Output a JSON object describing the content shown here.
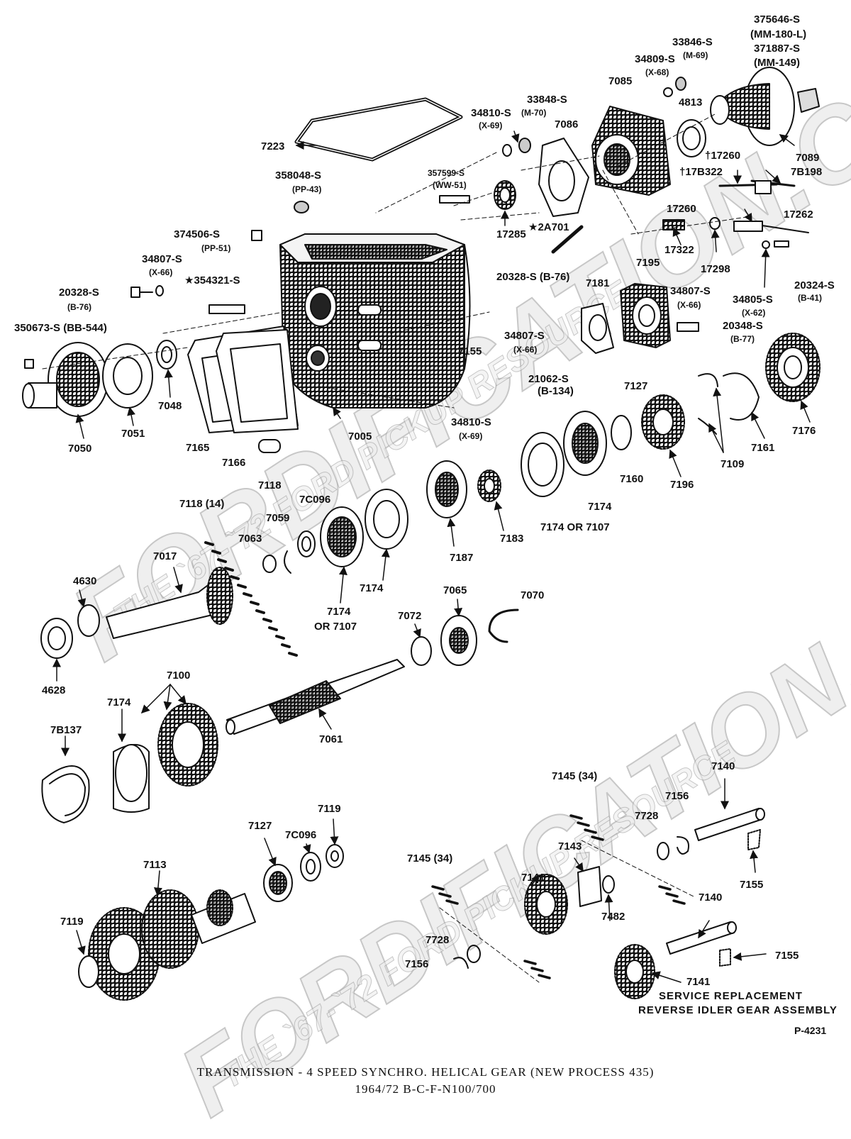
{
  "watermark": {
    "top_brand": "FORDIFICATION.COM",
    "top_tagline": "THE `67-`72 FORD PICKUP RESOURCE",
    "bottom_brand": "FORDIFICATION.COM",
    "bottom_tagline": "THE `67-`72 FORD PICKUP RESOURCE"
  },
  "labels": [
    {
      "id": "375646s",
      "text": "375646-S"
    },
    {
      "id": "mm180l",
      "text": "(MM-180-L)"
    },
    {
      "id": "371887s",
      "text": "371887-S"
    },
    {
      "id": "mm149",
      "text": "(MM-149)"
    },
    {
      "id": "33846s",
      "text": "33846-S"
    },
    {
      "id": "m69",
      "text": "(M-69)"
    },
    {
      "id": "34809s",
      "text": "34809-S"
    },
    {
      "id": "x68",
      "text": "(X-68)"
    },
    {
      "id": "7085",
      "text": "7085"
    },
    {
      "id": "4813",
      "text": "4813"
    },
    {
      "id": "33848s",
      "text": "33848-S"
    },
    {
      "id": "34810s_top",
      "text": "34810-S"
    },
    {
      "id": "m70",
      "text": "(M-70)"
    },
    {
      "id": "x69_top",
      "text": "(X-69)"
    },
    {
      "id": "7086",
      "text": "7086"
    },
    {
      "id": "17260_dag",
      "text": "†17260"
    },
    {
      "id": "7089",
      "text": "7089"
    },
    {
      "id": "7b198",
      "text": "7B198"
    },
    {
      "id": "17b322",
      "text": "†17B322"
    },
    {
      "id": "7223",
      "text": "7223"
    },
    {
      "id": "358048s",
      "text": "358048-S"
    },
    {
      "id": "pp43",
      "text": "(PP-43)"
    },
    {
      "id": "357599s",
      "text": "357599-S"
    },
    {
      "id": "ww51",
      "text": "(WW-51)"
    },
    {
      "id": "17260",
      "text": "17260"
    },
    {
      "id": "17262",
      "text": "17262"
    },
    {
      "id": "374506s",
      "text": "374506-S"
    },
    {
      "id": "pp51",
      "text": "(PP-51)"
    },
    {
      "id": "2a701",
      "text": "★2A701"
    },
    {
      "id": "17285",
      "text": "17285"
    },
    {
      "id": "17322",
      "text": "17322"
    },
    {
      "id": "34807s_a",
      "text": "34807-S"
    },
    {
      "id": "x66_a",
      "text": "(X-66)"
    },
    {
      "id": "354321s",
      "text": "★354321-S"
    },
    {
      "id": "17298",
      "text": "17298"
    },
    {
      "id": "7195",
      "text": "7195"
    },
    {
      "id": "20328s_l",
      "text": "20328-S"
    },
    {
      "id": "b76_l",
      "text": "(B-76)"
    },
    {
      "id": "20328s_b76",
      "text": "20328-S (B-76)"
    },
    {
      "id": "7181",
      "text": "7181"
    },
    {
      "id": "34807s_r",
      "text": "34807-S"
    },
    {
      "id": "x66_r",
      "text": "(X-66)"
    },
    {
      "id": "34805s",
      "text": "34805-S"
    },
    {
      "id": "x62",
      "text": "(X-62)"
    },
    {
      "id": "20324s",
      "text": "20324-S"
    },
    {
      "id": "b41",
      "text": "(B-41)"
    },
    {
      "id": "350673s",
      "text": "350673-S (BB-544)"
    },
    {
      "id": "7155_top",
      "text": "7155"
    },
    {
      "id": "34807s_m",
      "text": "34807-S"
    },
    {
      "id": "x66_m",
      "text": "(X-66)"
    },
    {
      "id": "20348s",
      "text": "20348-S"
    },
    {
      "id": "b77",
      "text": "(B-77)"
    },
    {
      "id": "21062s",
      "text": "21062-S"
    },
    {
      "id": "b134",
      "text": "(B-134)"
    },
    {
      "id": "7127_top",
      "text": "7127"
    },
    {
      "id": "7048",
      "text": "7048"
    },
    {
      "id": "7051",
      "text": "7051"
    },
    {
      "id": "7050",
      "text": "7050"
    },
    {
      "id": "7165",
      "text": "7165"
    },
    {
      "id": "7166",
      "text": "7166"
    },
    {
      "id": "7005",
      "text": "7005"
    },
    {
      "id": "34810s_b",
      "text": "34810-S"
    },
    {
      "id": "x69_b",
      "text": "(X-69)"
    },
    {
      "id": "7176",
      "text": "7176"
    },
    {
      "id": "7161",
      "text": "7161"
    },
    {
      "id": "7109",
      "text": "7109"
    },
    {
      "id": "7196",
      "text": "7196"
    },
    {
      "id": "7160",
      "text": "7160"
    },
    {
      "id": "7174_r",
      "text": "7174"
    },
    {
      "id": "7174or7107_r",
      "text": "7174 OR 7107"
    },
    {
      "id": "7118",
      "text": "7118"
    },
    {
      "id": "7183",
      "text": "7183"
    },
    {
      "id": "7187",
      "text": "7187"
    },
    {
      "id": "7118_14",
      "text": "7118 (14)"
    },
    {
      "id": "7c096_top",
      "text": "7C096"
    },
    {
      "id": "7059",
      "text": "7059"
    },
    {
      "id": "7063",
      "text": "7063"
    },
    {
      "id": "7017",
      "text": "7017"
    },
    {
      "id": "7174_m",
      "text": "7174"
    },
    {
      "id": "4630",
      "text": "4630"
    },
    {
      "id": "7174_l",
      "text": "7174"
    },
    {
      "id": "or7107_l",
      "text": "OR 7107"
    },
    {
      "id": "7065",
      "text": "7065"
    },
    {
      "id": "7070",
      "text": "7070"
    },
    {
      "id": "7072",
      "text": "7072"
    },
    {
      "id": "4628",
      "text": "4628"
    },
    {
      "id": "7100",
      "text": "7100"
    },
    {
      "id": "7174_g",
      "text": "7174"
    },
    {
      "id": "7b137",
      "text": "7B137"
    },
    {
      "id": "7061",
      "text": "7061"
    },
    {
      "id": "7140_top",
      "text": "7140"
    },
    {
      "id": "7145_34_r",
      "text": "7145 (34)"
    },
    {
      "id": "7156_r",
      "text": "7156"
    },
    {
      "id": "7728_r",
      "text": "7728"
    },
    {
      "id": "7119_top",
      "text": "7119"
    },
    {
      "id": "7127_b",
      "text": "7127"
    },
    {
      "id": "7c096_b",
      "text": "7C096"
    },
    {
      "id": "7113",
      "text": "7113"
    },
    {
      "id": "7145_34_l",
      "text": "7145 (34)"
    },
    {
      "id": "7141_top",
      "text": "7141"
    },
    {
      "id": "7143",
      "text": "7143"
    },
    {
      "id": "7155_mid",
      "text": "7155"
    },
    {
      "id": "7482",
      "text": "7482"
    },
    {
      "id": "7140_b",
      "text": "7140"
    },
    {
      "id": "7119_b",
      "text": "7119"
    },
    {
      "id": "7728_l",
      "text": "7728"
    },
    {
      "id": "7156_l",
      "text": "7156"
    },
    {
      "id": "7155_b",
      "text": "7155"
    },
    {
      "id": "7141_b",
      "text": "7141"
    },
    {
      "id": "svc1",
      "text": "SERVICE REPLACEMENT"
    },
    {
      "id": "svc2",
      "text": "REVERSE IDLER GEAR ASSEMBLY"
    },
    {
      "id": "p4231",
      "text": "P-4231"
    }
  ],
  "caption": {
    "line1": "TRANSMISSION - 4 SPEED SYNCHRO. HELICAL GEAR (NEW PROCESS 435)",
    "line2": "1964/72  B-C-F-N100/700"
  }
}
